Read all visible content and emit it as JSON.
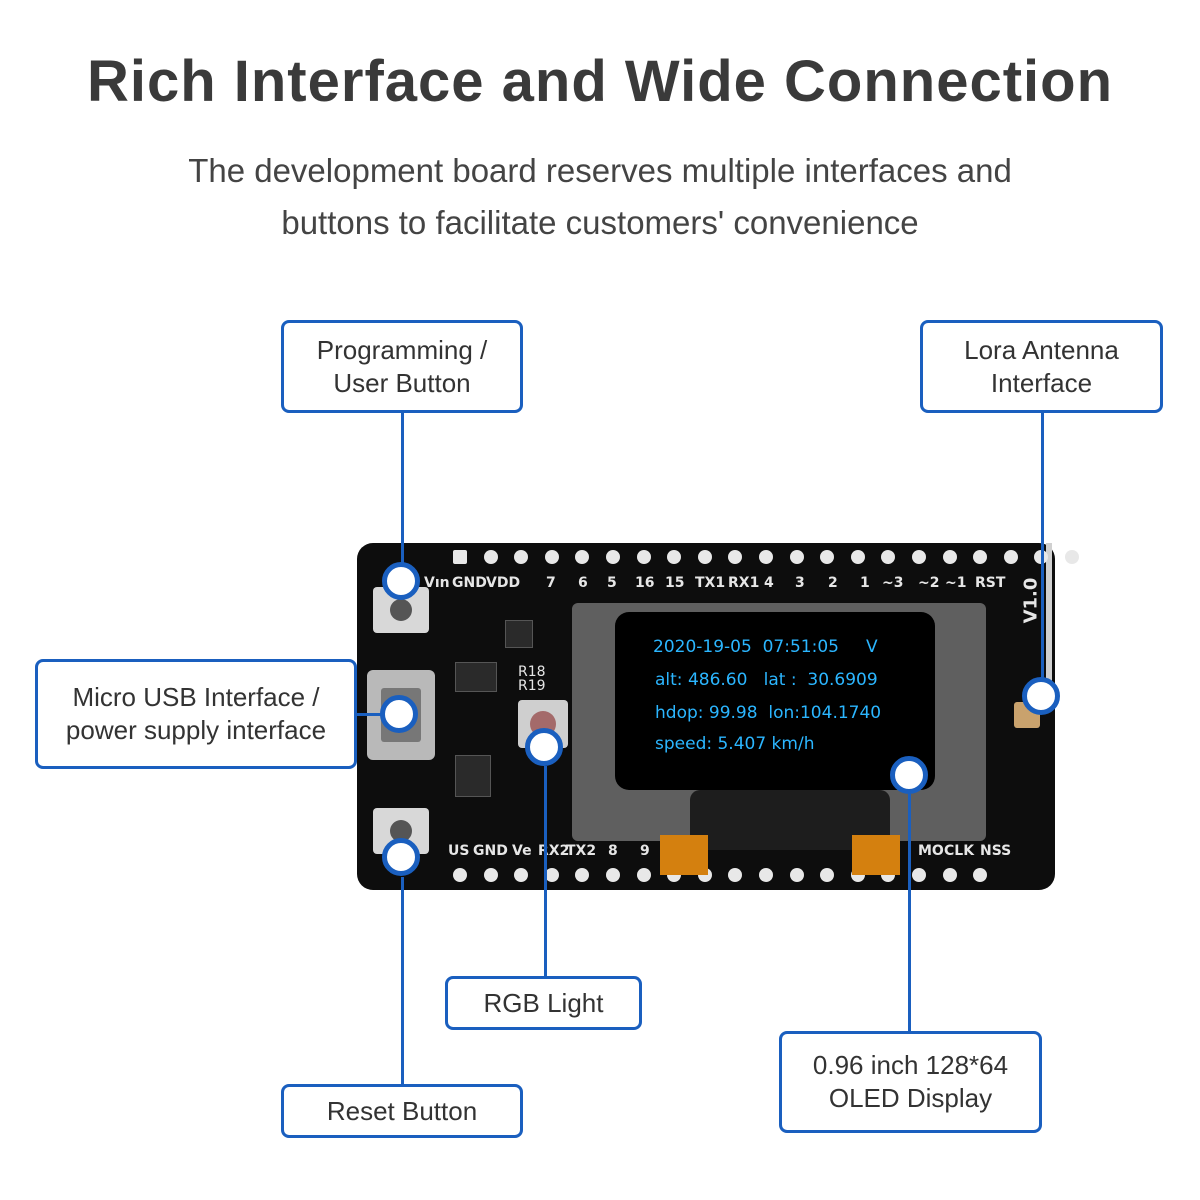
{
  "header": {
    "title": "Rich Interface and Wide Connection",
    "subtitle_line1": "The development board reserves multiple interfaces and",
    "subtitle_line2": "buttons to facilitate customers' convenience"
  },
  "callouts": {
    "programming_button": "Programming /\nUser Button",
    "lora_antenna": "Lora Antenna\nInterface",
    "micro_usb": "Micro USB Interface /\npower supply interface",
    "rgb_light": "RGB Light",
    "reset_button": "Reset Button",
    "oled_display": "0.96 inch 128*64\nOLED Display"
  },
  "board": {
    "top_pin_labels": [
      "Vın",
      "GND",
      "VDD",
      "7",
      "6",
      "5",
      "16",
      "15",
      "TX1",
      "RX1",
      "4",
      "3",
      "2",
      "1",
      "~3",
      "~2",
      "~1",
      "RST"
    ],
    "bottom_pin_labels": [
      "US",
      "GND",
      "Ve",
      "RX2",
      "TX2",
      "8",
      "9",
      "MO",
      "CLK",
      "NSS"
    ],
    "version": "V1.0",
    "r18": "R18",
    "r19": "R19"
  },
  "oled": {
    "line1": "2020-19-05  07:51:05     V",
    "line2": "alt: 486.60   lat :  30.6909",
    "line3": "hdop: 99.98  lon:104.1740",
    "line4": "speed: 5.407 km/h"
  },
  "colors": {
    "accent": "#1a5fbf",
    "oled_text": "#2bb6ff",
    "board": "#0d0d0d"
  }
}
